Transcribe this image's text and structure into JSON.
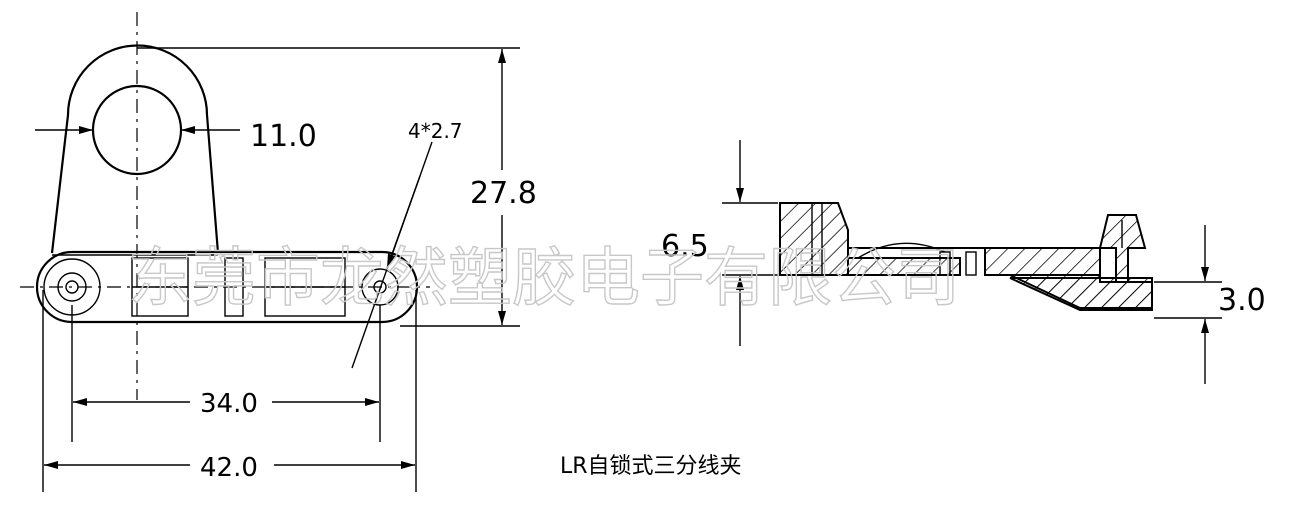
{
  "dimensions": {
    "hole_diameter": "11.0",
    "hole_spec": "4*2.7",
    "height_total": "27.8",
    "hole_spacing": "34.0",
    "overall_length": "42.0",
    "side_height": "6.5",
    "side_thickness": "3.0"
  },
  "caption": "LR自锁式三分线夹",
  "watermark": "东莞市龙然塑胶电子有限公司",
  "colors": {
    "line": "#000000",
    "watermark": "#c8c8c8",
    "background": "#ffffff"
  }
}
